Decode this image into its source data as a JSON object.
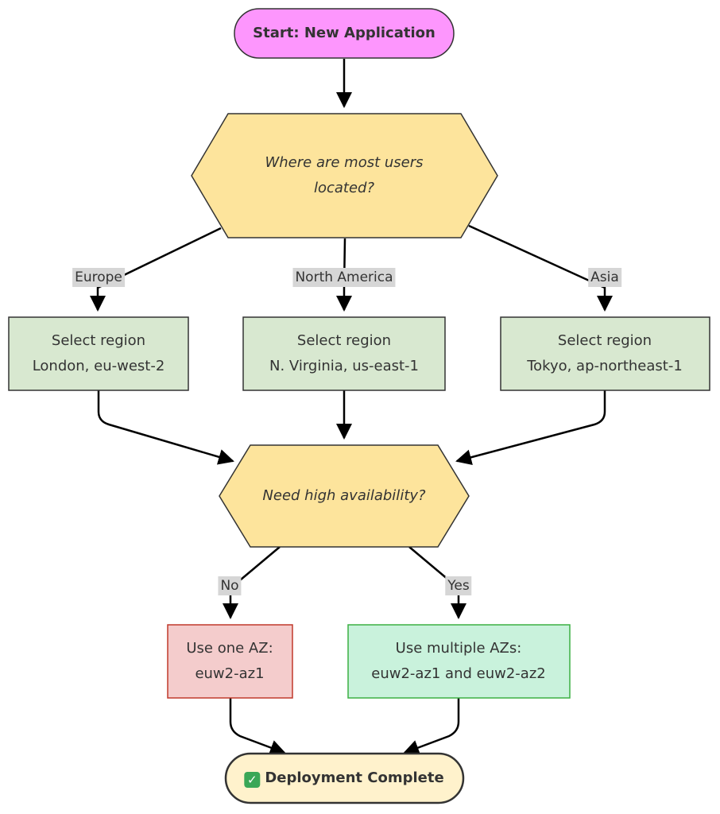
{
  "nodes": {
    "start": {
      "label": "Start: New Application",
      "fill": "#fd96fd",
      "stroke": "#333333"
    },
    "users_decision": {
      "lines": [
        "Where are most users",
        "located?"
      ],
      "fill": "#fde49c"
    },
    "region_europe": {
      "lines": [
        "Select region",
        "London, eu-west-2"
      ],
      "fill": "#d8e8d0"
    },
    "region_na": {
      "lines": [
        "Select region",
        "N. Virginia, us-east-1"
      ],
      "fill": "#d8e8d0"
    },
    "region_asia": {
      "lines": [
        "Select region",
        "Tokyo, ap-northeast-1"
      ],
      "fill": "#d8e8d0"
    },
    "ha_decision": {
      "label": "Need high availability?",
      "fill": "#fde49c"
    },
    "one_az": {
      "lines": [
        "Use one AZ:",
        "euw2-az1"
      ],
      "fill": "#f4cccc",
      "stroke": "#c0392b"
    },
    "multi_az": {
      "lines": [
        "Use multiple AZs:",
        "euw2-az1 and euw2-az2"
      ],
      "fill": "#c9f2dc",
      "stroke": "#3cb043"
    },
    "end": {
      "label": "Deployment Complete",
      "icon": "check-mark-icon",
      "fill": "#fff2cc"
    }
  },
  "edge_labels": {
    "europe": "Europe",
    "north_america": "North America",
    "asia": "Asia",
    "no": "No",
    "yes": "Yes"
  }
}
